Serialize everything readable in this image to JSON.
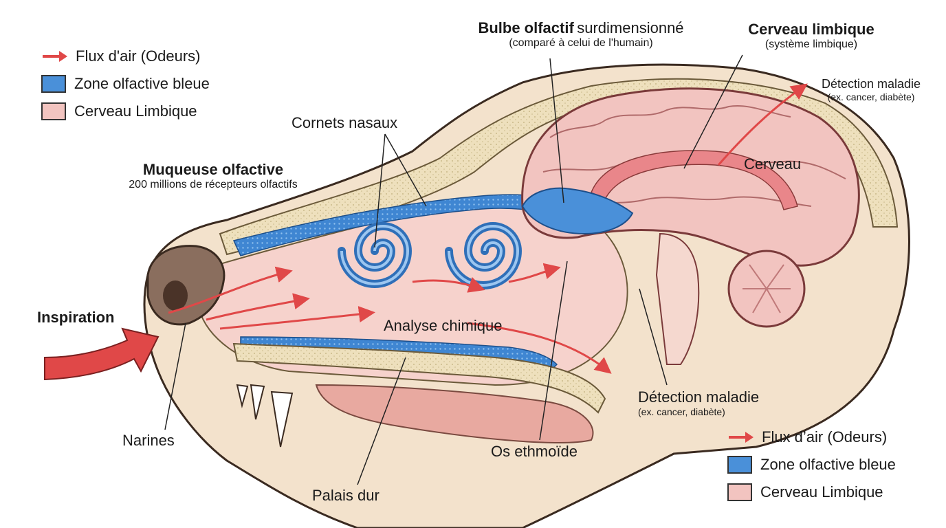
{
  "legend_top": {
    "items": [
      {
        "label": "Flux d'air (Odeurs)",
        "icon": "red-arrow-icon",
        "color": "#e04848"
      },
      {
        "label": "Zone olfactive bleue",
        "icon": "blue-swatch-icon",
        "color": "#4a90d9"
      },
      {
        "label": "Cerveau Limbique",
        "icon": "pink-swatch-icon",
        "color": "#f2c4c0"
      }
    ]
  },
  "legend_bottom": {
    "items": [
      {
        "label": "Flux d’air (Odeurs)",
        "icon": "red-arrow-icon",
        "color": "#e04848"
      },
      {
        "label": "Zone olfactive bleue",
        "icon": "blue-swatch-icon",
        "color": "#4a90d9"
      },
      {
        "label": "Cerveau Limbique",
        "icon": "pink-swatch-icon",
        "color": "#f2c4c0"
      }
    ]
  },
  "labels": {
    "bulbe_title": "Bulbe olfactif",
    "bulbe_rest": "surdimensionné",
    "bulbe_sub": "(comparé à celui de l'humain)",
    "cerveau_limbique": "Cerveau limbique",
    "cerveau_limbique_sub": "(système limbique)",
    "detection_top": "Détection maladie",
    "detection_top_sub": "(ex. cancer, diabète)",
    "cornets": "Cornets nasaux",
    "muqueuse": "Muqueuse olfactive",
    "muqueuse_sub": "200 millions de récepteurs olfactifs",
    "cerveau": "Cerveau",
    "inspiration": "Inspiration",
    "analyse": "Analyse chimique",
    "detection_bottom": "Détection maladie",
    "detection_bottom_sub": "(ex. cancer, diabète)",
    "narines": "Narines",
    "os_ethmoide": "Os ethmoïde",
    "palais": "Palais dur"
  },
  "colors": {
    "air_flow": "#e04848",
    "olfactory_zone": "#4a90d9",
    "limbic": "#f2c4c0",
    "bone": "#efe3c4",
    "skin": "#f3e2cc",
    "nose": "#8a6e5e"
  }
}
